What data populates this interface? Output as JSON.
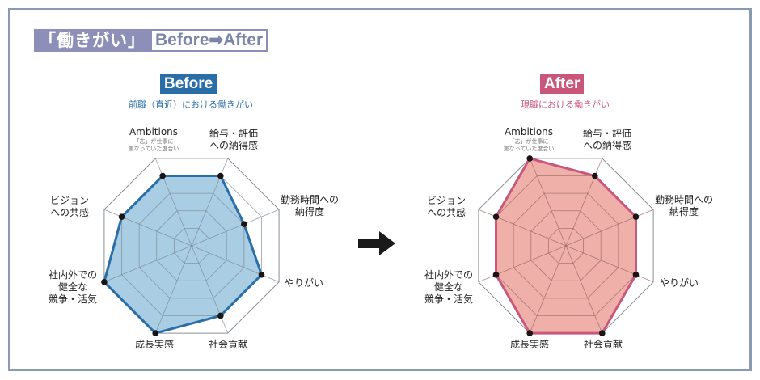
{
  "title": {
    "japanese": "「働きがい」",
    "english": "Before➡After"
  },
  "panels": {
    "before": {
      "badge": "Before",
      "subtitle": "前職（直近）における働きがい",
      "color": "#2a6ea8",
      "fill": "#a9cde3"
    },
    "after": {
      "badge": "After",
      "subtitle": "現職における働きがい",
      "color": "#c9577c",
      "fill": "#eeb0a8"
    }
  },
  "axes": [
    {
      "main": "Ambitions",
      "sub": "「志」が仕事に重なっていた度合い"
    },
    {
      "main": "給与・評価への納得感",
      "sub": ""
    },
    {
      "main": "勤務時間への納得度",
      "sub": ""
    },
    {
      "main": "やりがい",
      "sub": ""
    },
    {
      "main": "社会貢献",
      "sub": ""
    },
    {
      "main": "成長実感",
      "sub": ""
    },
    {
      "main": "社内外での健全な競争・活気",
      "sub": ""
    },
    {
      "main": "ビジョンへの共感",
      "sub": ""
    }
  ],
  "labels": {
    "a0": "Ambitions",
    "a0_sub1": "「志」が仕事に",
    "a0_sub2": "重なっていた度合い",
    "a1_l1": "給与・評価",
    "a1_l2": "への納得感",
    "a2_l1": "勤務時間への",
    "a2_l2": "納得度",
    "a3": "やりがい",
    "a4": "社会貢献",
    "a5": "成長実感",
    "a6_l1": "社内外での",
    "a6_l2": "健全な",
    "a6_l3": "競争・活気",
    "a7_l1": "ビジョン",
    "a7_l2": "への共感"
  },
  "chart_data": [
    {
      "type": "radar",
      "title": "Before",
      "subtitle": "前職（直近）における働きがい",
      "categories": [
        "Ambitions",
        "給与・評価への納得感",
        "勤務時間への納得度",
        "やりがい",
        "社会貢献",
        "成長実感",
        "社内外での健全な競争・活気",
        "ビジョンへの共感"
      ],
      "values": [
        4,
        4,
        3,
        4,
        4,
        5,
        5,
        4
      ],
      "range": [
        0,
        5
      ],
      "levels": 5,
      "color": "#2a6ea8"
    },
    {
      "type": "radar",
      "title": "After",
      "subtitle": "現職における働きがい",
      "categories": [
        "Ambitions",
        "給与・評価への納得感",
        "勤務時間への納得度",
        "やりがい",
        "社会貢献",
        "成長実感",
        "社内外での健全な競争・活気",
        "ビジョンへの共感"
      ],
      "values": [
        5,
        4,
        4,
        4,
        5,
        5,
        4,
        4
      ],
      "range": [
        0,
        5
      ],
      "levels": 5,
      "color": "#c9577c"
    }
  ]
}
